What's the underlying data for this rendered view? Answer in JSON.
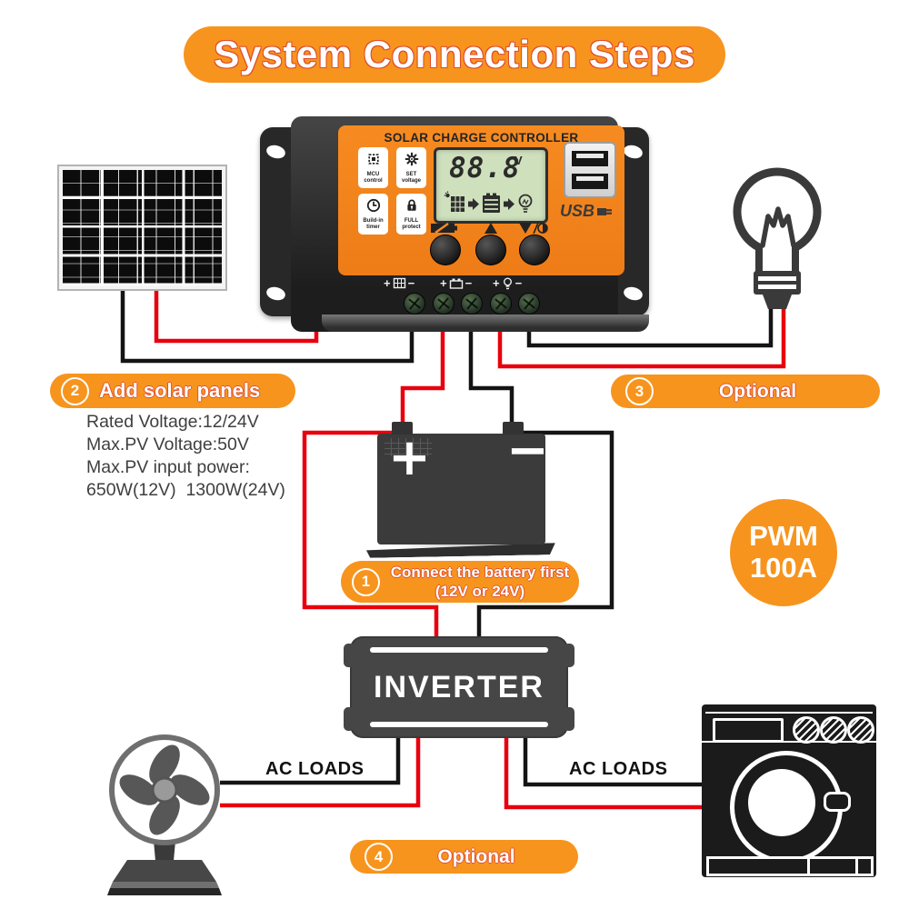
{
  "banner": {
    "title": "System Connection Steps"
  },
  "controller": {
    "title": "SOLAR CHARGE CONTROLLER",
    "features": [
      {
        "line1": "MCU",
        "line2": "control",
        "icon": "chip-icon"
      },
      {
        "line1": "SET",
        "line2": "voltage",
        "icon": "gear-icon"
      },
      {
        "line1": "Build-in",
        "line2": "timer",
        "icon": "clock-icon"
      },
      {
        "line1": "FULL",
        "line2": "protect",
        "icon": "lock-icon"
      }
    ],
    "lcd": {
      "value": "88.8",
      "unit": "V"
    },
    "usb_label": "USB",
    "terminals": {
      "plus": "+",
      "minus": "−"
    }
  },
  "steps": [
    {
      "number": "1",
      "line1": "Connect the battery first",
      "line2": "(12V or 24V)"
    },
    {
      "number": "2",
      "line1": "Add solar panels"
    },
    {
      "number": "3",
      "line1": "Optional"
    },
    {
      "number": "4",
      "line1": "Optional"
    }
  ],
  "solar_specs": {
    "line1": "Rated Voltage:12/24V",
    "line2": "Max.PV Voltage:50V",
    "line3": "Max.PV input power:",
    "line4": "650W(12V)  1300W(24V)"
  },
  "battery": {
    "plus": "+",
    "minus": "−"
  },
  "inverter": {
    "label": "INVERTER"
  },
  "ac_loads": {
    "left": "AC LOADS",
    "right": "AC LOADS"
  },
  "badge": {
    "line1": "PWM",
    "line2": "100A"
  },
  "colors": {
    "accent_orange": "#f7941d",
    "wire_red": "#e8000d",
    "wire_black": "#141414",
    "lcd_green": "#cfe0bd"
  }
}
